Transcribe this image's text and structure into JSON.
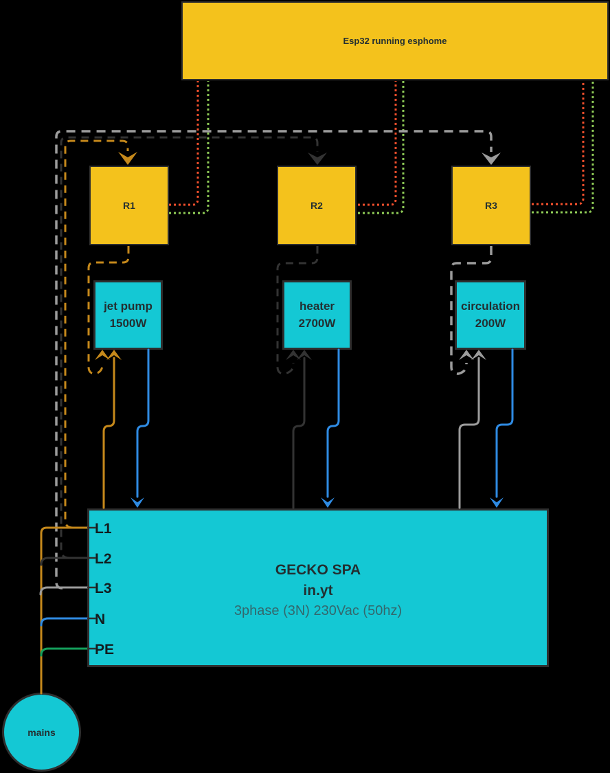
{
  "esp": {
    "label": "Esp32 running esphome"
  },
  "relays": [
    {
      "label": "R1"
    },
    {
      "label": "R2"
    },
    {
      "label": "R3"
    }
  ],
  "loads": [
    {
      "line1": "jet pump",
      "line2": "1500W"
    },
    {
      "line1": "heater",
      "line2": "2700W"
    },
    {
      "line1": "circulation",
      "line2": "200W"
    }
  ],
  "spa": {
    "title": "GECKO SPA",
    "model": "in.yt",
    "spec": "3phase (3N) 230Vac (50hz)",
    "terminals": [
      "L1",
      "L2",
      "L3",
      "N",
      "PE"
    ]
  },
  "mains": {
    "label": "mains"
  },
  "colors": {
    "background": "#000000",
    "box_yellow": "#F4C21C",
    "box_cyan": "#14C8D4",
    "border": "#2E2E2E",
    "wire_orange": "#C6891B",
    "wire_black": "#333333",
    "wire_gray": "#9C9C9C",
    "wire_blue": "#2F8BE3",
    "wire_green": "#14A05C",
    "dotted_red": "#F4502D",
    "dotted_green": "#90CD57",
    "text_dark": "#232F31",
    "text_muted": "#33686D"
  }
}
